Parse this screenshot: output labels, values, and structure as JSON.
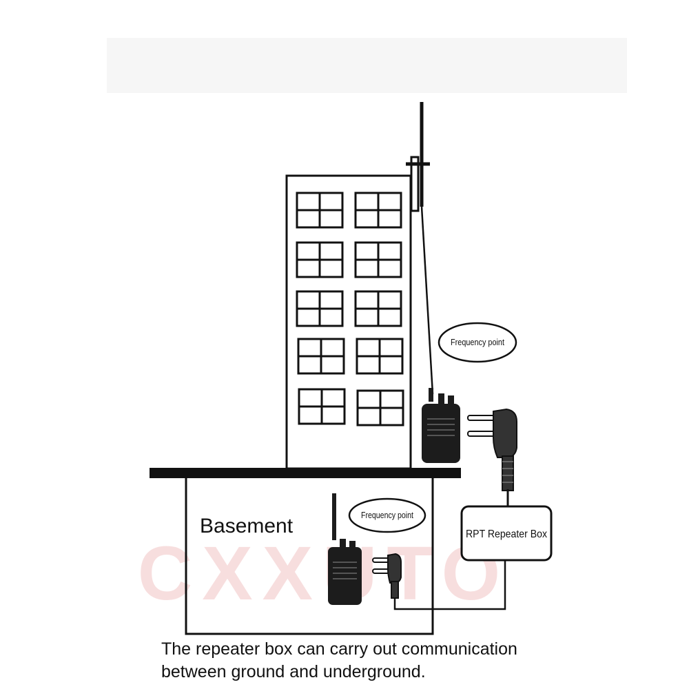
{
  "labels": {
    "basement": "Basement",
    "frequency_point_upper": "Frequency point",
    "frequency_point_lower": "Frequency point",
    "repeater_box": "RPT Repeater Box"
  },
  "caption": {
    "line1": "The repeater box can carry out communication",
    "line2": "between ground and underground."
  },
  "watermark": "CXXUTO",
  "colors": {
    "line": "#111111",
    "radio": "#1c1c1c",
    "watermark": "#f3c9c9",
    "top_band": "#f6f6f6"
  }
}
